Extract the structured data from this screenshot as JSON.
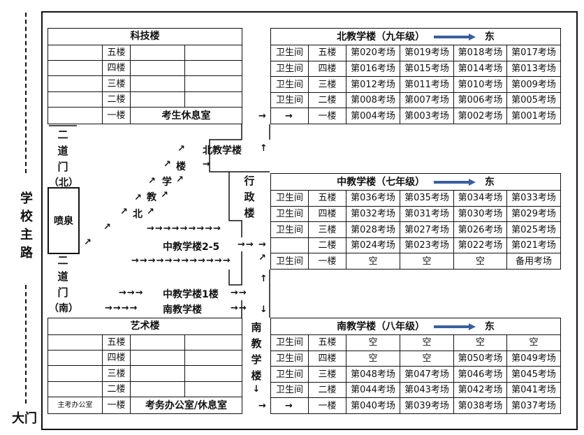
{
  "road": {
    "label_chars": [
      "学",
      "校",
      "主",
      "路"
    ],
    "gate": "大门"
  },
  "left_gates": {
    "north": [
      "二",
      "道",
      "门",
      "（北）"
    ],
    "south": [
      "二",
      "道",
      "门",
      "（南）"
    ],
    "fountain": "喷泉"
  },
  "north_path": {
    "chars": [
      "北",
      "教",
      "学",
      "楼"
    ],
    "target": "北教学楼"
  },
  "admin": [
    "行",
    "政",
    "楼"
  ],
  "south_label": [
    "南",
    "教",
    "学",
    "楼"
  ],
  "routes": {
    "mid25": "中教学楼2-5",
    "mid1": "中教学楼1楼",
    "south": "南教学楼"
  },
  "keji": {
    "title": "科技楼",
    "floors": [
      "五楼",
      "四楼",
      "三楼",
      "二楼",
      "一楼"
    ],
    "rest": "考生休息室"
  },
  "yishu": {
    "title": "艺术楼",
    "floors": [
      "五楼",
      "四楼",
      "三楼",
      "二楼",
      "一楼"
    ],
    "office_small": "主考办公室",
    "office": "考务办公室/休息室"
  },
  "north": {
    "title": "北教学楼（九年级）",
    "east": "东",
    "rows": [
      [
        "卫生间",
        "五楼",
        "第020考场",
        "第019考场",
        "第018考场",
        "第017考场"
      ],
      [
        "卫生间",
        "四楼",
        "第016考场",
        "第015考场",
        "第014考场",
        "第013考场"
      ],
      [
        "卫生间",
        "三楼",
        "第012考场",
        "第011考场",
        "第010考场",
        "第009考场"
      ],
      [
        "卫生间",
        "二楼",
        "第008考场",
        "第007考场",
        "第006考场",
        "第005考场"
      ],
      [
        "",
        "一楼",
        "第004考场",
        "第003考场",
        "第002考场",
        "第001考场"
      ]
    ]
  },
  "middle": {
    "title": "中教学楼（七年级）",
    "east": "东",
    "rows": [
      [
        "卫生间",
        "五楼",
        "第036考场",
        "第035考场",
        "第034考场",
        "第033考场"
      ],
      [
        "卫生间",
        "四楼",
        "第032考场",
        "第031考场",
        "第030考场",
        "第029考场"
      ],
      [
        "卫生间",
        "三楼",
        "第028考场",
        "第027考场",
        "第026考场",
        "第025考场"
      ],
      [
        "",
        "二楼",
        "第024考场",
        "第023考场",
        "第022考场",
        "第021考场"
      ],
      [
        "卫生间",
        "一楼",
        "空",
        "空",
        "空",
        "备用考场"
      ]
    ]
  },
  "south": {
    "title": "南教学楼（八年级）",
    "east": "东",
    "rows": [
      [
        "卫生间",
        "五楼",
        "空",
        "空",
        "空",
        "空"
      ],
      [
        "卫生间",
        "四楼",
        "空",
        "空",
        "第050考场",
        "第049考场"
      ],
      [
        "卫生间",
        "三楼",
        "第048考场",
        "第047考场",
        "第046考场",
        "第045考场"
      ],
      [
        "卫生间",
        "二楼",
        "第044考场",
        "第043考场",
        "第042考场",
        "第041考场"
      ],
      [
        "",
        "一楼",
        "第040考场",
        "第039考场",
        "第038考场",
        "第037考场"
      ]
    ]
  },
  "colors": {
    "east_arrow": "#3a5f9e",
    "line": "#111111"
  }
}
